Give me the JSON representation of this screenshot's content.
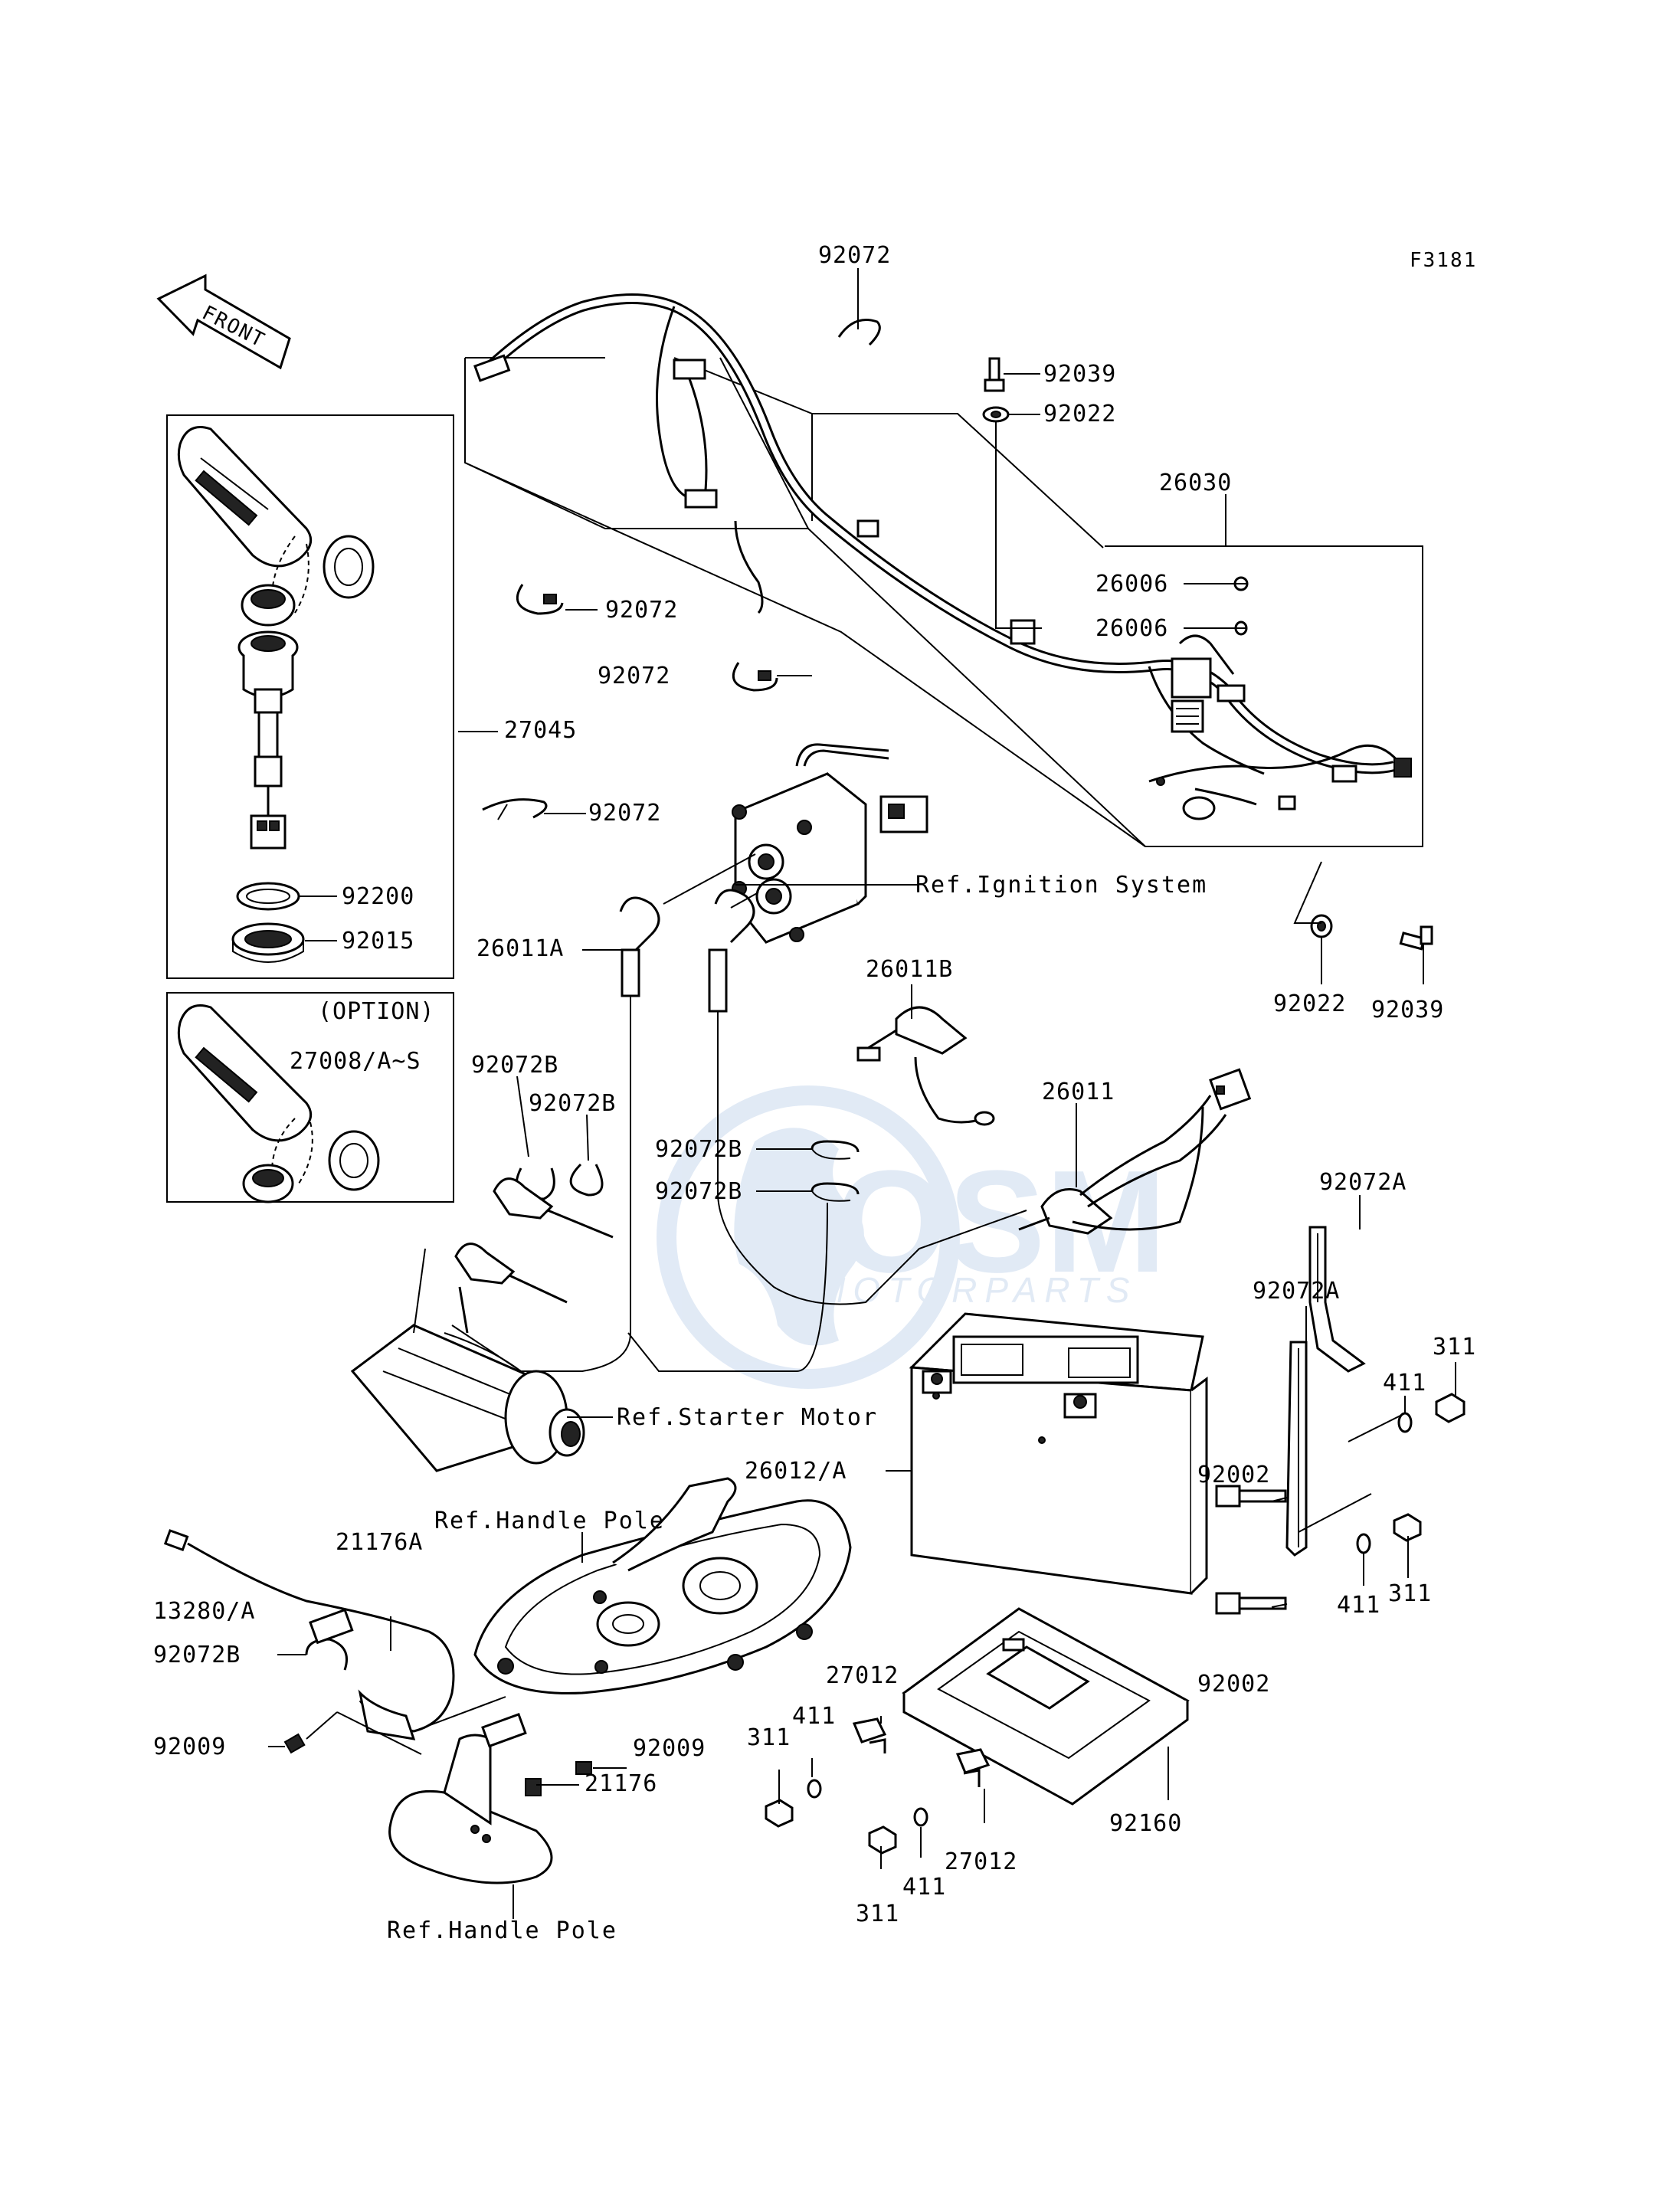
{
  "diagram": {
    "code": "F3181",
    "front": "FRONT",
    "option": "(OPTION)",
    "watermark": {
      "brand": "OSM",
      "sub": "MOTORPARTS"
    },
    "labels": {
      "l92072_top": "92072",
      "l92039_top": "92039",
      "l92022_top": "92022",
      "l26030": "26030",
      "l26006_a": "26006",
      "l26006_b": "26006",
      "l92072_b": "92072",
      "l92072_c": "92072",
      "l27045": "27045",
      "l92072_d": "92072",
      "l92200": "92200",
      "l92015": "92015",
      "l26011A": "26011A",
      "l92022_mid": "92022",
      "l92039_mid": "92039",
      "l26011B": "26011B",
      "l27008": "27008/A~S",
      "l92072B_a": "92072B",
      "l92072B_b": "92072B",
      "l92072B_c": "92072B",
      "l92072B_d": "92072B",
      "l26011": "26011",
      "l92072A_a": "92072A",
      "l92072A_b": "92072A",
      "l311_a": "311",
      "l411_a": "411",
      "l26012": "26012/A",
      "l92002_a": "92002",
      "l411_b": "411",
      "l311_b": "311",
      "l92002_b": "92002",
      "l21176A": "21176A",
      "l13280": "13280/A",
      "l92072B_e": "92072B",
      "l92009_a": "92009",
      "l92009_b": "92009",
      "l21176": "21176",
      "l27012_a": "27012",
      "l411_c": "411",
      "l311_c": "311",
      "l92160": "92160",
      "l27012_b": "27012",
      "l411_d": "411",
      "l311_d": "311"
    },
    "refs": {
      "ignition": "Ref.Ignition System",
      "starter": "Ref.Starter Motor",
      "handle_pole_top": "Ref.Handle Pole",
      "handle_pole_bottom": "Ref.Handle Pole"
    }
  }
}
